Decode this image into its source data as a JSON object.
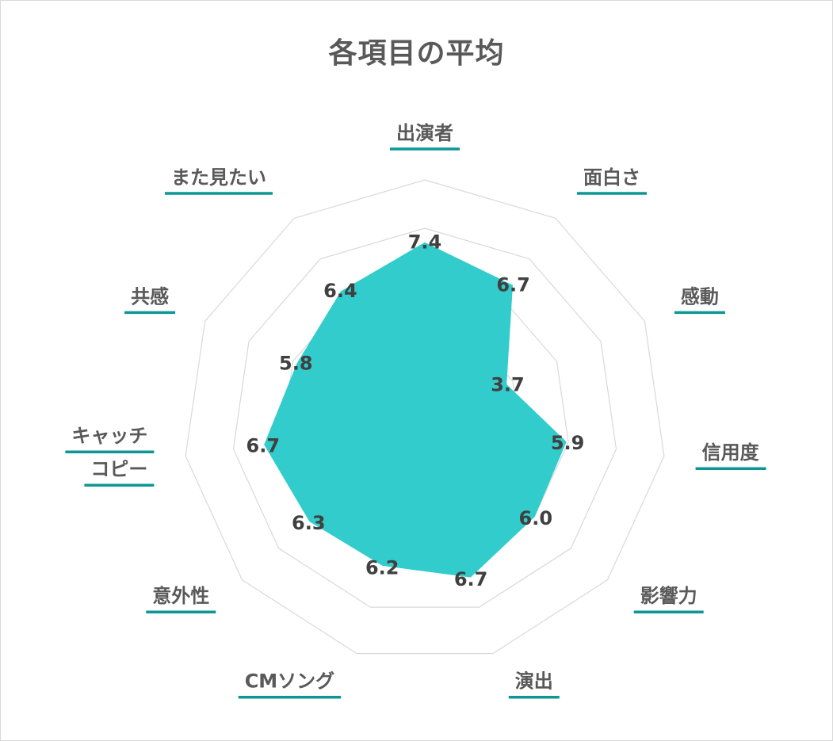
{
  "chart_data": {
    "type": "radar",
    "title": "各項目の平均",
    "categories": [
      "出演者",
      "面白さ",
      "感動",
      "信用度",
      "影響力",
      "演出",
      "CMソング",
      "意外性",
      "キャッチコピー",
      "共感",
      "また見たい"
    ],
    "category_lines": [
      [
        "出演者"
      ],
      [
        "面白さ"
      ],
      [
        "感動"
      ],
      [
        "信用度"
      ],
      [
        "影響力"
      ],
      [
        "演出"
      ],
      [
        "CMソング"
      ],
      [
        "意外性"
      ],
      [
        "キャッチ",
        "コピー"
      ],
      [
        "共感"
      ],
      [
        "また見たい"
      ]
    ],
    "series": [
      {
        "values": [
          7.4,
          6.7,
          3.7,
          5.9,
          6.0,
          6.7,
          6.2,
          6.3,
          6.7,
          5.8,
          6.4
        ],
        "value_labels": [
          "7.4",
          "6.7",
          "3.7",
          "5.9",
          "6.0",
          "6.7",
          "6.2",
          "6.3",
          "6.7",
          "5.8",
          "6.4"
        ]
      }
    ],
    "rlim": [
      0,
      10
    ],
    "grid": true,
    "legend": "none",
    "colors": {
      "fill": "#33CCCC",
      "grid": "#d9d9d9",
      "label_underline": "#0e9696",
      "title": "#595959",
      "category_text": "#595959",
      "value_text": "#404040"
    }
  }
}
